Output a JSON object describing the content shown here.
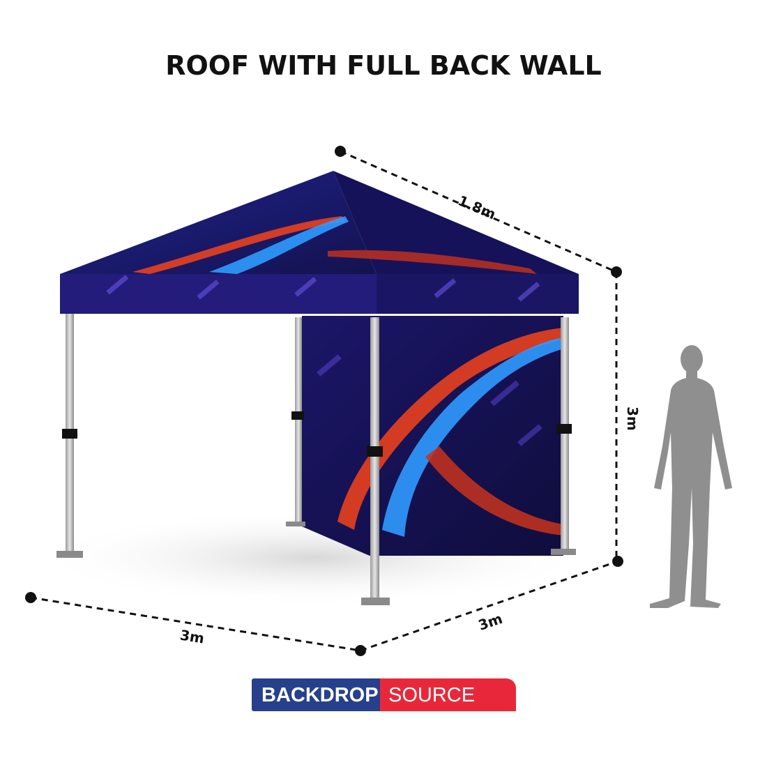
{
  "title": "ROOF WITH FULL BACK WALL",
  "dimensions": {
    "roof_depth": "1.8m",
    "height": "3m",
    "front_width": "3m",
    "side_width": "3m"
  },
  "brand": {
    "left": "BACKDROP",
    "right": "SOURCE",
    "colors": {
      "left": "#27408b",
      "right": "#e8283a"
    }
  },
  "canopy_colors": {
    "base": "#1a1760",
    "accent_blue": "#2f9bff",
    "accent_red": "#e8401e"
  }
}
